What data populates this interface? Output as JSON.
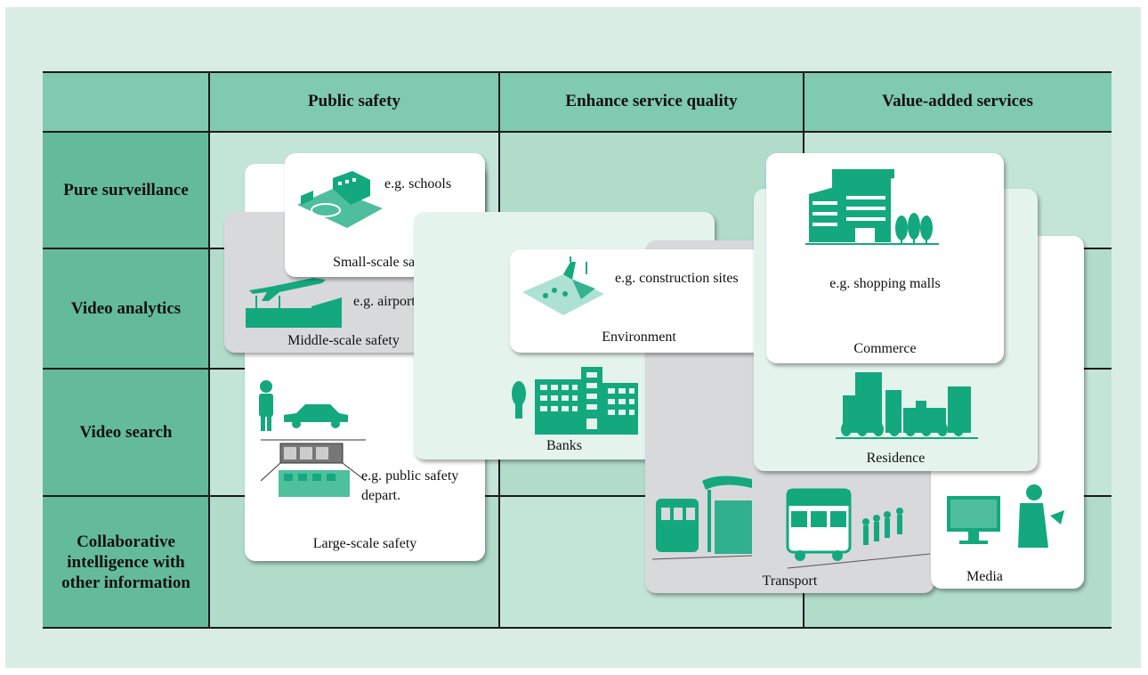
{
  "columns": [
    "Public safety",
    "Enhance service quality",
    "Value-added services"
  ],
  "rows": [
    "Pure surveillance",
    "Video analytics",
    "Video search",
    "Collaborative intelligence with other information"
  ],
  "cards": {
    "small_scale": {
      "example": "e.g. schools",
      "title": "Small-scale safety"
    },
    "middle_scale": {
      "example": "e.g. airport",
      "title": "Middle-scale safety"
    },
    "large_scale": {
      "example": "e.g. public safety depart.",
      "title": "Large-scale safety"
    },
    "environment": {
      "example": "e.g. construction sites",
      "title": "Environment"
    },
    "banks": {
      "title": "Banks"
    },
    "commerce": {
      "example": "e.g. shopping malls",
      "title": "Commerce"
    },
    "residence": {
      "title": "Residence"
    },
    "transport": {
      "title": "Transport"
    },
    "media": {
      "title": "Media"
    }
  },
  "colors": {
    "panel": "#d9ede4",
    "header": "#7fcab0",
    "row_header": "#64bb9b",
    "cell_light": "#c3e5d7",
    "cell_dark": "#b0dcc9",
    "icon_green": "#14a87f"
  }
}
